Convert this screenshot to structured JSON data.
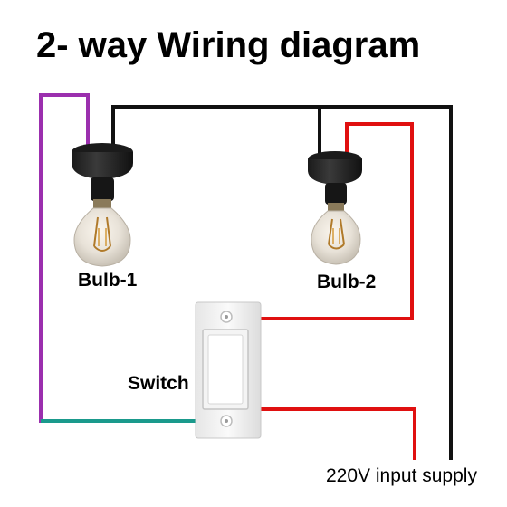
{
  "title": "2- way Wiring diagram",
  "labels": {
    "bulb1": "Bulb-1",
    "bulb2": "Bulb-2",
    "switch": "Switch",
    "supply": "220V input supply"
  },
  "wires": [
    {
      "name": "purple-wire",
      "color": "#9b2fae"
    },
    {
      "name": "black-wire",
      "color": "#111111"
    },
    {
      "name": "red-wire",
      "color": "#e01010"
    },
    {
      "name": "teal-wire",
      "color": "#1a9a8c"
    }
  ],
  "components": {
    "bulb_1": "bulb-icon",
    "bulb_2": "bulb-icon",
    "switch": "switch-icon"
  }
}
